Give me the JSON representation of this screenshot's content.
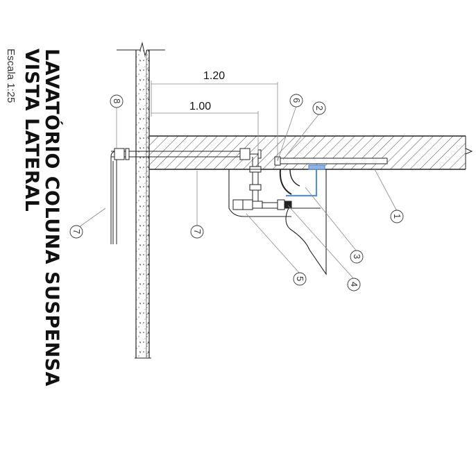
{
  "title": {
    "line1": "LAVATÓRIO COLUNA SUSPENSA",
    "line2": "VISTA LATERAL",
    "scale": "Escala  1:25"
  },
  "dimensions": {
    "upper": "1.20",
    "lower": "1.00"
  },
  "callouts": [
    "8",
    "6",
    "2",
    "1",
    "3",
    "4",
    "5",
    "7",
    "7"
  ],
  "colors": {
    "line": "#222222",
    "leader": "#888888",
    "hatch": "#444444",
    "pipe_accent": "#5a8fd6"
  }
}
